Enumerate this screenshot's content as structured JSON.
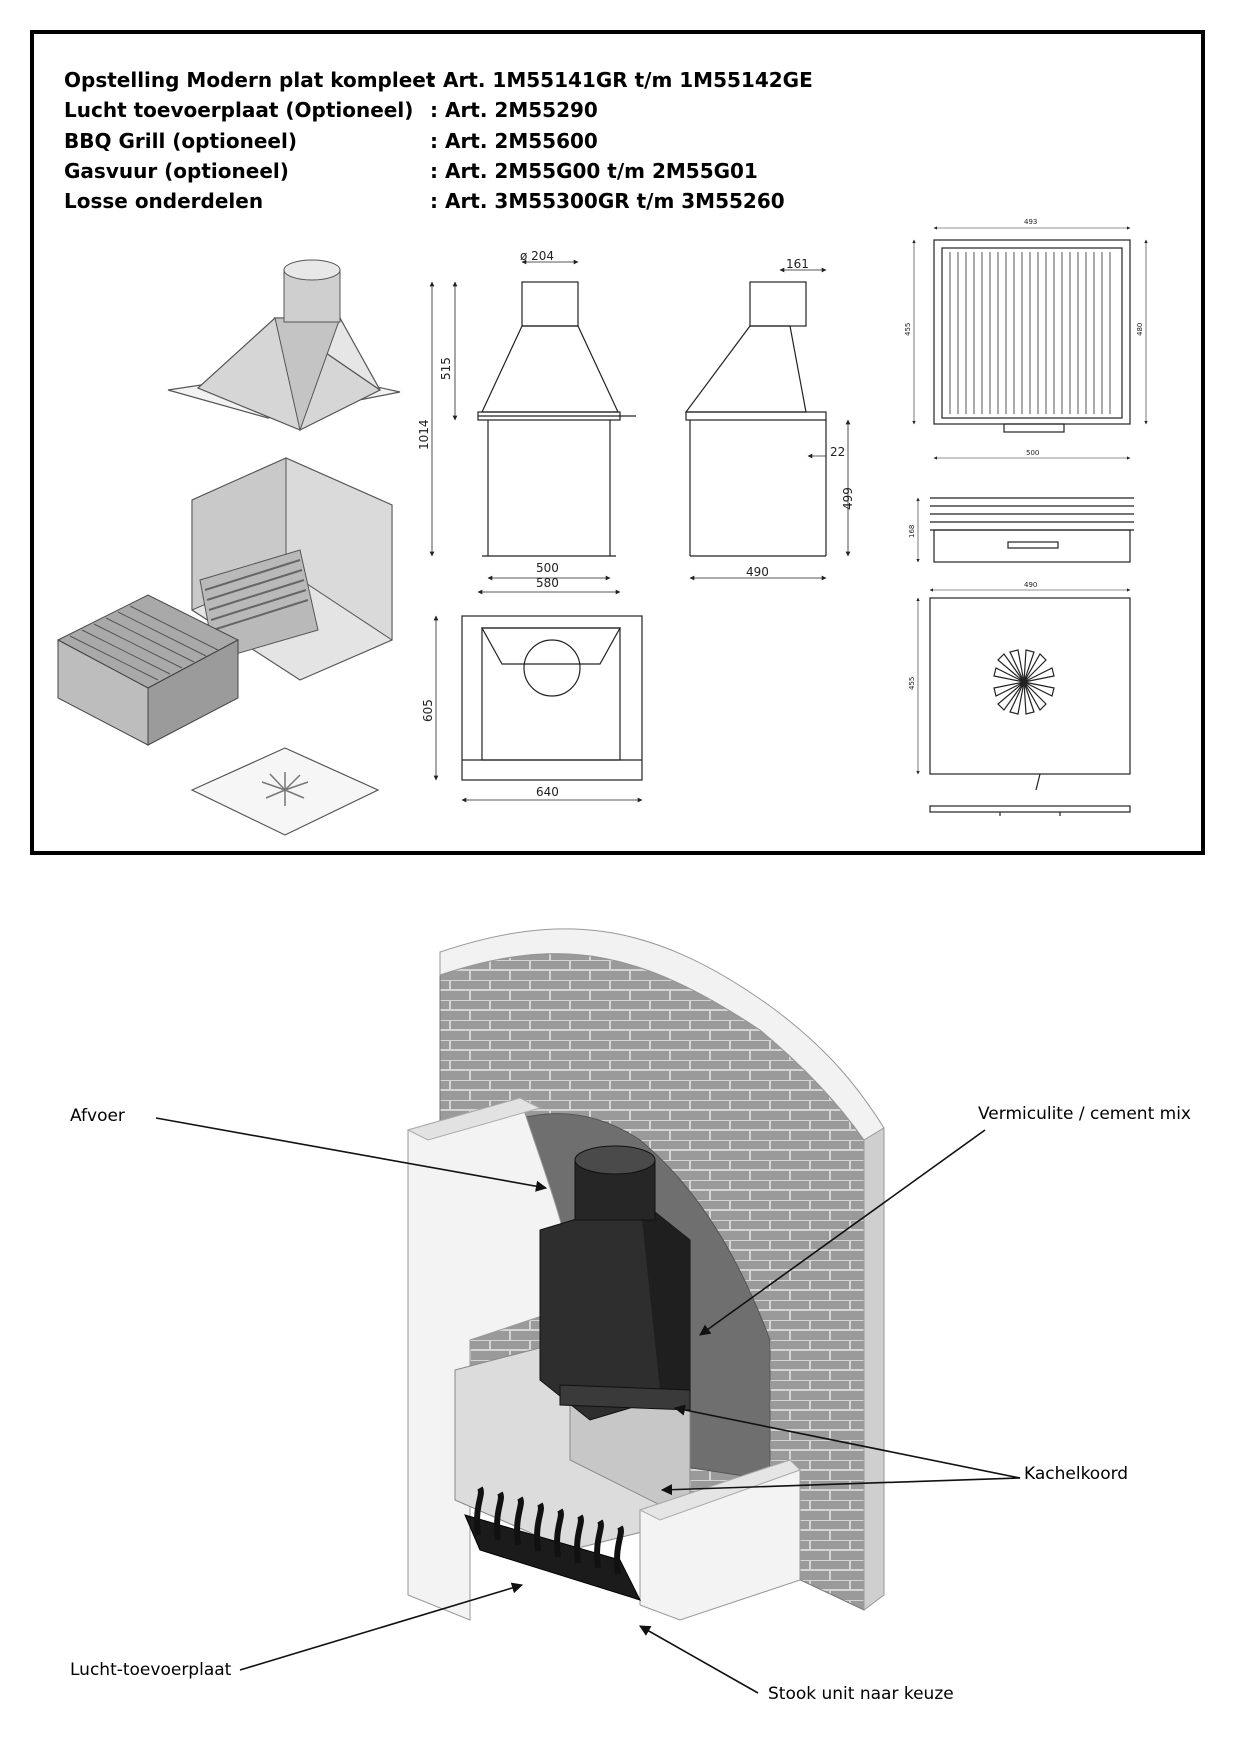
{
  "specs": [
    {
      "name": "Opstelling Modern plat kompleet",
      "art": ": Art. 1M55141GR t/m 1M55142GE"
    },
    {
      "name": "Lucht toevoerplaat (Optioneel)",
      "art": ": Art. 2M55290"
    },
    {
      "name": "BBQ Grill (optioneel)",
      "art": ": Art. 2M55600"
    },
    {
      "name": "Gasvuur (optioneel)",
      "art": ": Art. 2M55G00 t/m 2M55G01"
    },
    {
      "name": "Losse onderdelen",
      "art": ": Art. 3M55300GR t/m 3M55260"
    }
  ],
  "dimensions": {
    "flue_diameter": "ø 204",
    "side_flue_depth": "161",
    "hood_height": "515",
    "total_height": "1014",
    "inner_width": "500",
    "outer_width": "580",
    "side_depth": "490",
    "lip": "22",
    "firebox_height": "499",
    "plan_depth": "605",
    "plan_width": "640",
    "grill_width_top": "493",
    "grill_depth_left": "455",
    "grill_depth_right": "480",
    "grill_width_bottom": "500",
    "grill_height": "168",
    "plate_width": "490",
    "plate_depth": "455"
  },
  "callouts": {
    "afvoer": "Afvoer",
    "vermiculite": "Vermiculite / cement mix",
    "kachelkoord": "Kachelkoord",
    "lucht": "Lucht-toevoerplaat",
    "stook": "Stook unit naar keuze"
  },
  "colors": {
    "frame": "#000000",
    "brick": "#8e8e8e",
    "hood": "#2e2e2e",
    "vermiculite": "#6f6f6f",
    "wall_white": "#f3f3f3"
  }
}
